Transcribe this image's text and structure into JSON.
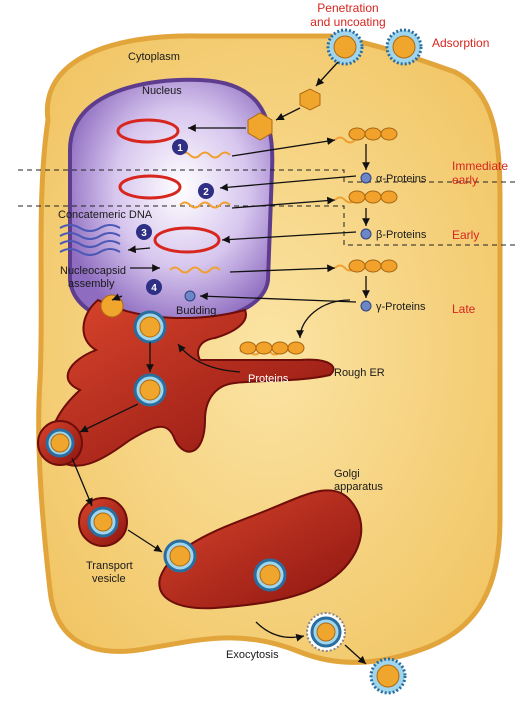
{
  "labels": {
    "cytoplasm": "Cytoplasm",
    "nucleus": "Nucleus",
    "concatemeric_dna": "Concatemeric DNA",
    "nucleocapsid_line1": "Nucleocapsid",
    "nucleocapsid_line2": "assembly",
    "budding": "Budding",
    "alpha_proteins": "α-Proteins",
    "beta_proteins": "β-Proteins",
    "gamma_proteins": "γ-Proteins",
    "proteins": "Proteins",
    "rough_er": "Rough ER",
    "golgi_line1": "Golgi",
    "golgi_line2": "apparatus",
    "transport_line1": "Transport",
    "transport_line2": "vesicle",
    "exocytosis": "Exocytosis"
  },
  "phase_labels": {
    "penetration_line1": "Penetration",
    "penetration_line2": "and uncoating",
    "adsorption": "Adsorption",
    "immediate_line1": "Immediate",
    "immediate_line2": "early",
    "early": "Early",
    "late": "Late"
  },
  "steps": [
    "1",
    "2",
    "3",
    "4"
  ],
  "colors": {
    "cell_fill": "#f5d27a",
    "cell_edge": "#e0a93e",
    "nucleus_fill": "#c9b0e6",
    "nucleus_edge": "#6e4a9e",
    "er_fill": "#b3261e",
    "virion_capsid": "#f0a52c",
    "dna_red": "#d7261e",
    "mrna_orange": "#f0a030",
    "step_badge": "#2e2f85",
    "phase_red": "#d7261e"
  }
}
